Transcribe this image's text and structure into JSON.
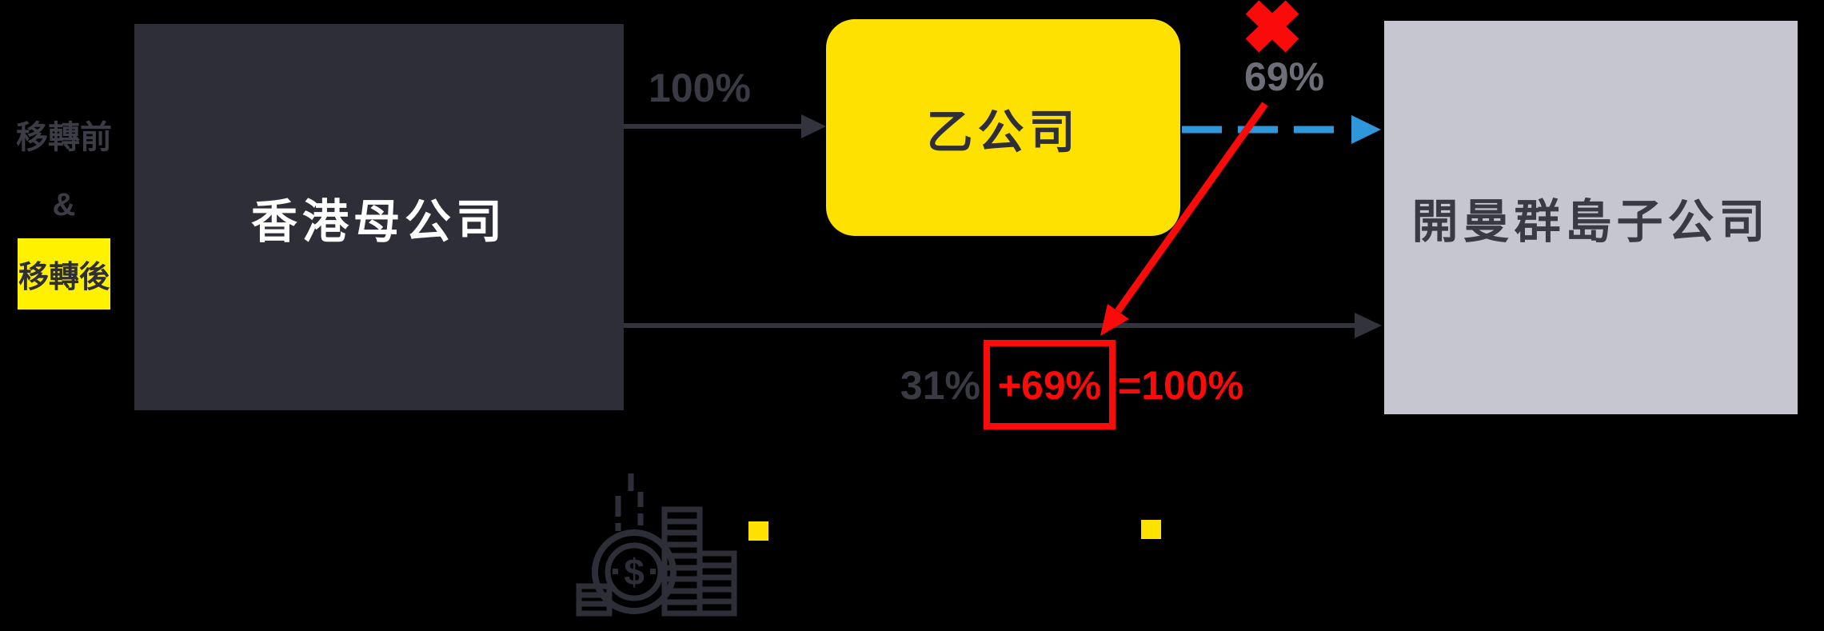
{
  "colors": {
    "background": "#000000",
    "node_dark": "#2e2e38",
    "node_yellow": "#ffe100",
    "node_gray": "#c5c6cf",
    "highlight_yellow": "#fff100",
    "ink_arrow": "#33333d",
    "label_dark": "#3a3a44",
    "label_dim": "#3c3c46",
    "label_mid": "#6e6e78",
    "accent_red": "#fb0a0a",
    "accent_blue": "#2e96d9",
    "text_white": "#ffffff"
  },
  "side_label": {
    "before": "移轉前",
    "amp": "&",
    "after": "移轉後"
  },
  "nodes": {
    "parent": {
      "label": "香港母公司"
    },
    "company_b": {
      "label": "乙公司"
    },
    "cayman": {
      "label": "開曼群島子公司"
    }
  },
  "labels": {
    "parent_to_b": "100%",
    "b_to_cayman": "69%",
    "equation_pre": "31%",
    "equation_boxed": "+69%",
    "equation_post": "=100%"
  },
  "icons": {
    "money": {
      "name": "money-coins-icon",
      "glyph": "$"
    },
    "cross": {
      "name": "red-cross-icon"
    },
    "legend_square": {
      "name": "yellow-square-bullet",
      "count": 2
    }
  }
}
